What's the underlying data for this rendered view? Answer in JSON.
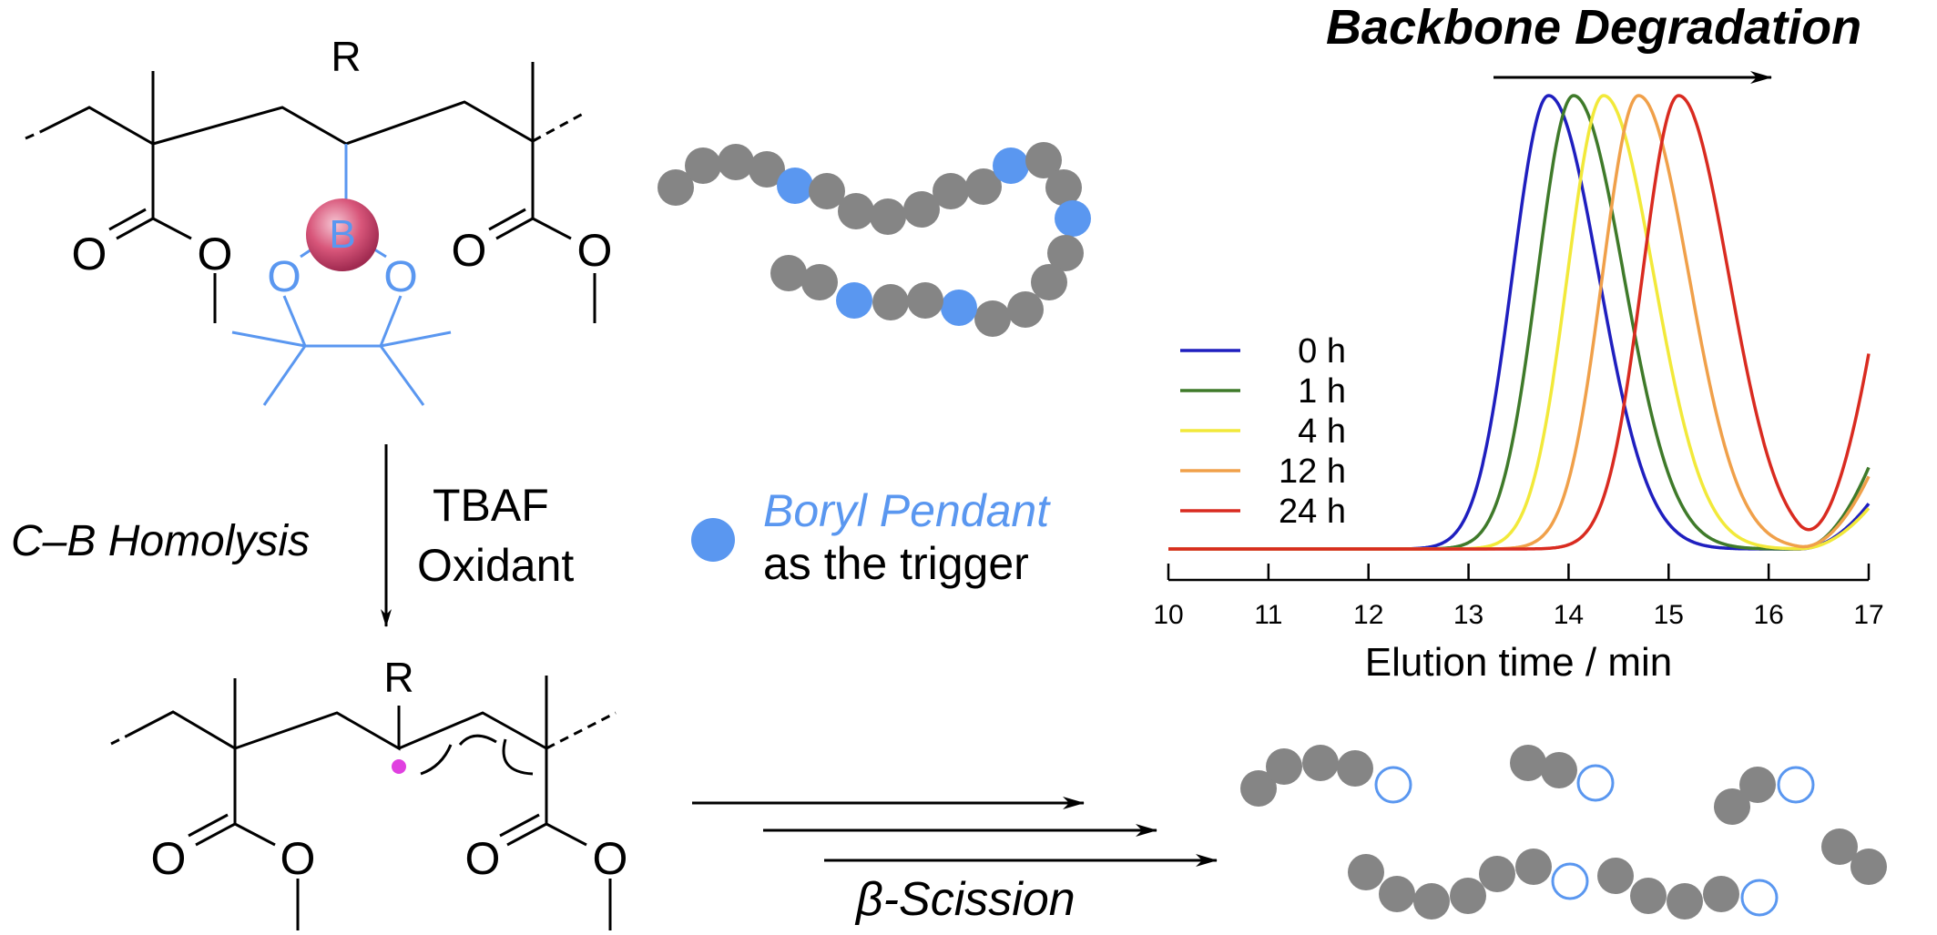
{
  "polymer_top": {
    "r_label": "R",
    "b_label": "B",
    "o_labels": [
      "O",
      "O",
      "O",
      "O",
      "O",
      "O"
    ]
  },
  "arrow_conditions": {
    "left": "C–B Homolysis",
    "right_line1": "TBAF",
    "right_line2": "Oxidant"
  },
  "legend_note": {
    "title": "Boryl Pendant",
    "subtitle": "as the trigger"
  },
  "radical": {
    "r_label": "R",
    "o_labels": [
      "O",
      "O",
      "O",
      "O"
    ]
  },
  "scission_label": "β-Scission",
  "header": {
    "title": "Backbone Degradation"
  },
  "colors": {
    "boryl_blue": "#5a97f0",
    "bead_gray": "#858585",
    "radical_magenta": "#e040e0",
    "boron_sphere": "#d8567a"
  },
  "chart_data": {
    "type": "line",
    "title": "Backbone Degradation",
    "xlabel": "Elution time / min",
    "ylabel": "",
    "xlim": [
      10,
      17
    ],
    "xticks": [
      10,
      11,
      12,
      13,
      14,
      15,
      16,
      17
    ],
    "xtick_labels": [
      "10",
      "11",
      "12",
      "13",
      "14",
      "15",
      "16",
      "17"
    ],
    "grid": false,
    "legend_position": "left",
    "series": [
      {
        "name": "0 h",
        "color": "#1f1fbf",
        "peak_x": 13.8,
        "baseline": 0.01,
        "tail_end": 0.1
      },
      {
        "name": "1 h",
        "color": "#3f7a2a",
        "peak_x": 14.05,
        "baseline": 0.01,
        "tail_end": 0.18
      },
      {
        "name": "4 h",
        "color": "#f2e93a",
        "peak_x": 14.35,
        "baseline": 0.01,
        "tail_end": 0.09
      },
      {
        "name": "12 h",
        "color": "#f0a04a",
        "peak_x": 14.7,
        "baseline": 0.01,
        "tail_end": 0.16
      },
      {
        "name": "24 h",
        "color": "#d92b20",
        "peak_x": 15.1,
        "baseline": 0.01,
        "tail_end": 0.43
      }
    ]
  }
}
